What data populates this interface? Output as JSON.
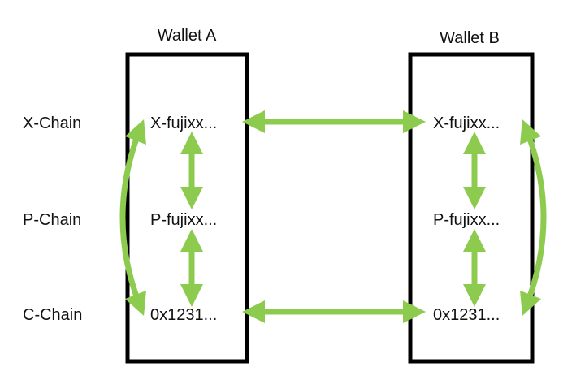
{
  "colors": {
    "arrow": "#8DCB4E",
    "box": "#000000",
    "text": "#111111"
  },
  "chains": {
    "x": "X-Chain",
    "p": "P-Chain",
    "c": "C-Chain"
  },
  "wallet_a": {
    "title": "Wallet A",
    "x_address": "X-fujixx...",
    "p_address": "P-fujixx...",
    "c_address": "0x1231..."
  },
  "wallet_b": {
    "title": "Wallet B",
    "x_address": "X-fujixx...",
    "p_address": "P-fujixx...",
    "c_address": "0x1231..."
  }
}
